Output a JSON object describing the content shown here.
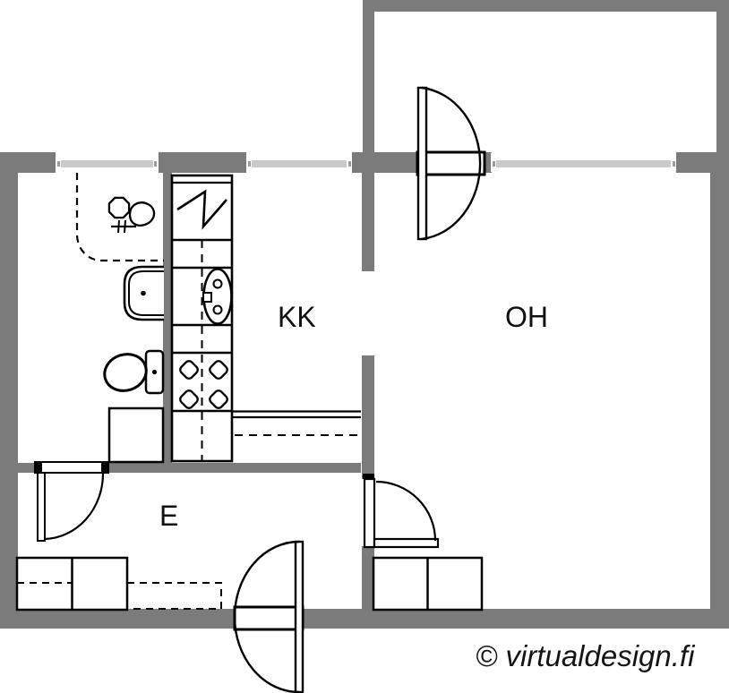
{
  "plan": {
    "type": "apartment-floor-plan",
    "watermark": "© virtualdesign.fi",
    "rooms": {
      "kk": {
        "label": "KK"
      },
      "oh": {
        "label": "OH"
      },
      "e": {
        "label": "E"
      }
    },
    "colors": {
      "wall": "#7b7b7b",
      "window_glass": "#c9c9c9",
      "line": "#000000",
      "background": "#ffffff",
      "label_text": "#111111"
    },
    "fixture_symbols": [
      "refrigerator",
      "kitchen-sink",
      "stove-burners",
      "kitchen-counter",
      "shower-area",
      "washbasin",
      "hand-basin",
      "toilet",
      "appliance-space",
      "wardrobe",
      "wardrobe-reservation",
      "balcony-door",
      "entrance-door",
      "bathroom-door",
      "living-room-door",
      "window"
    ]
  }
}
